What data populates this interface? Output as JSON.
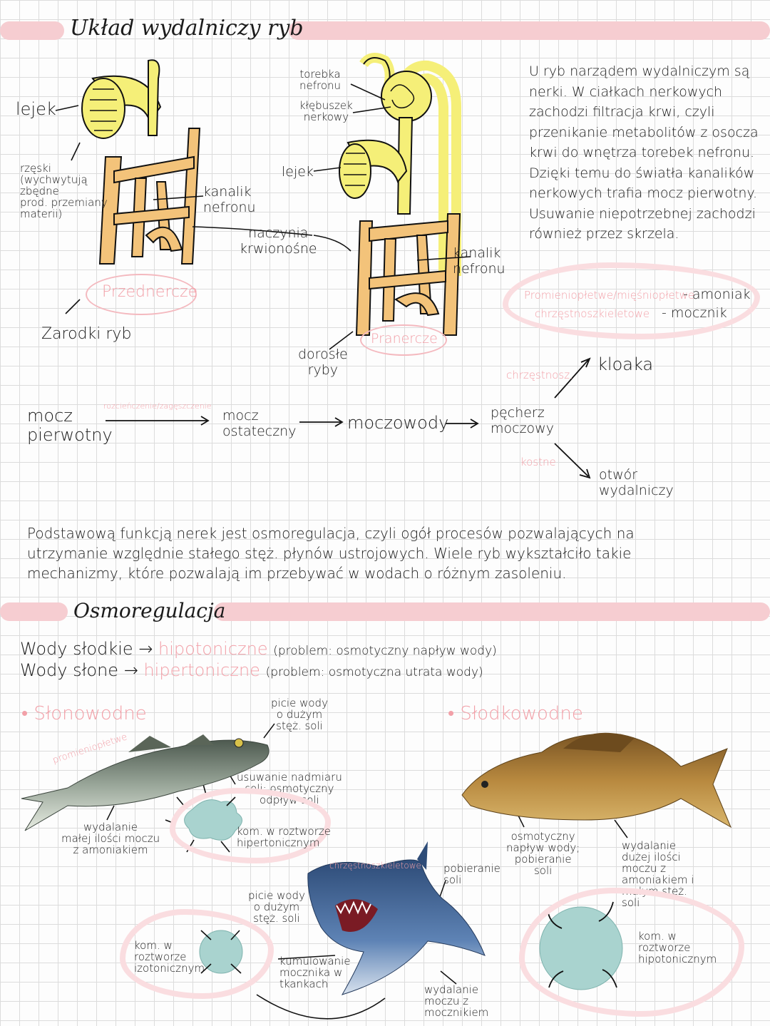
{
  "sections": {
    "title1": "Układ wydalniczy ryb",
    "title2": "Osmoregulacja"
  },
  "diagram_left": {
    "lejek": "lejek",
    "rzeski": "rzęski\n(wychwytują\nzbędne\nprod. przemiany\nmaterii)",
    "kanalik": "kanalik\nnefronu",
    "przednercze": "Przednercze",
    "zarodki": "Zarodki ryb",
    "naczynia": "naczynia\nkrwionośne"
  },
  "diagram_right": {
    "torebka": "torebka\nnefronu",
    "klebuszek": "kłębuszek\nnerkowy",
    "lejek": "lejek",
    "kanalik": "kanalik\nnefronu",
    "pranercze": "Pranercze",
    "dorosle": "dorosłe\nryby"
  },
  "intro_text": "U ryb narządem wydalniczym są nerki. W ciałkach nerkowych zachodzi filtracja krwi, czyli przenikanie metabolitów z osocza krwi do wnętrza torebek nefronu. Dzięki temu do światła kanalików nerkowych trafia mocz pierwotny. Usuwanie niepotrzebnej zachodzi również przez skrzela.",
  "fish_types": {
    "promieniopletwe": "Promieniopłetwe/mięśniopłetwe",
    "amoniak": "- amoniak",
    "chrzestno": "chrzęstnoszkieletowe",
    "mocznik": "- mocznik"
  },
  "flow": {
    "mocz_pierwotny": "mocz\npierwotny",
    "rozcienczenie": "rozcieńczenie/zagęszczenie",
    "mocz_ostateczny": "mocz\nostateczny",
    "moczowody": "moczowody",
    "pecherz": "pęcherz\nmoczowy",
    "chrzestnosz": "chrzęstnosz.",
    "kloaka": "kloaka",
    "kostne": "kostne",
    "otwor": "otwór\nwydalniczy"
  },
  "para_kidney": "Podstawową funkcją nerek jest osmoregulacja, czyli ogół procesów pozwalających na utrzymanie względnie stałego stęż. płynów ustrojowych. Wiele ryb wykształciło takie mechanizmy, które pozwalają im przebywać w wodach o różnym zasoleniu.",
  "waters": {
    "sweet_label": "Wody słodkie",
    "sweet_type": "hipotoniczne",
    "sweet_problem": "(problem: osmotyczny napływ wody)",
    "salt_label": "Wody słone",
    "salt_type": "hipertoniczne",
    "salt_problem": "(problem: osmotyczna utrata wody)",
    "arrow": "→"
  },
  "saltwater": {
    "heading": "• Słonowodne",
    "promienio": "promieniopłetwe",
    "picie": "picie wody\no dużym\nstęż. soli",
    "usuwanie": "usuwanie nadmiaru\nsoli; osmotyczny\nodpływ soli",
    "wydalanie": "wydalanie\nmałej ilości moczu\nz amoniakiem",
    "kom": "kom. w roztworze\nhipertonicznym"
  },
  "shark": {
    "chrzestno": "chrzęstnoszkieletowe",
    "picie": "picie wody\no dużym\nstęż. soli",
    "kom": "kom. w\nroztworze\nizotonicznym",
    "kumulowanie": "kumulowanie\nmocznika w\ntkankach",
    "pobieranie": "pobieranie\nsoli",
    "wydalanie": "wydalanie\nmoczu z\nmocznikiem"
  },
  "freshwater": {
    "heading": "• Słodkowodne",
    "osmotyczny": "osmotyczny\nnapływ wody;\npobieranie\nsoli",
    "wydalanie": "wydalanie\ndużej ilości\nmoczu z\namoniakiem i\nmałym stęż.\nsoli",
    "kom": "kom. w\nroztworze\nhipotonicznym"
  },
  "colors": {
    "band": "#f6cdd1",
    "pink_text": "#f2a0a8",
    "organ_yellow": "#f5ef78",
    "organ_orange": "#f3c37a",
    "cell": "#a9d3cf"
  }
}
